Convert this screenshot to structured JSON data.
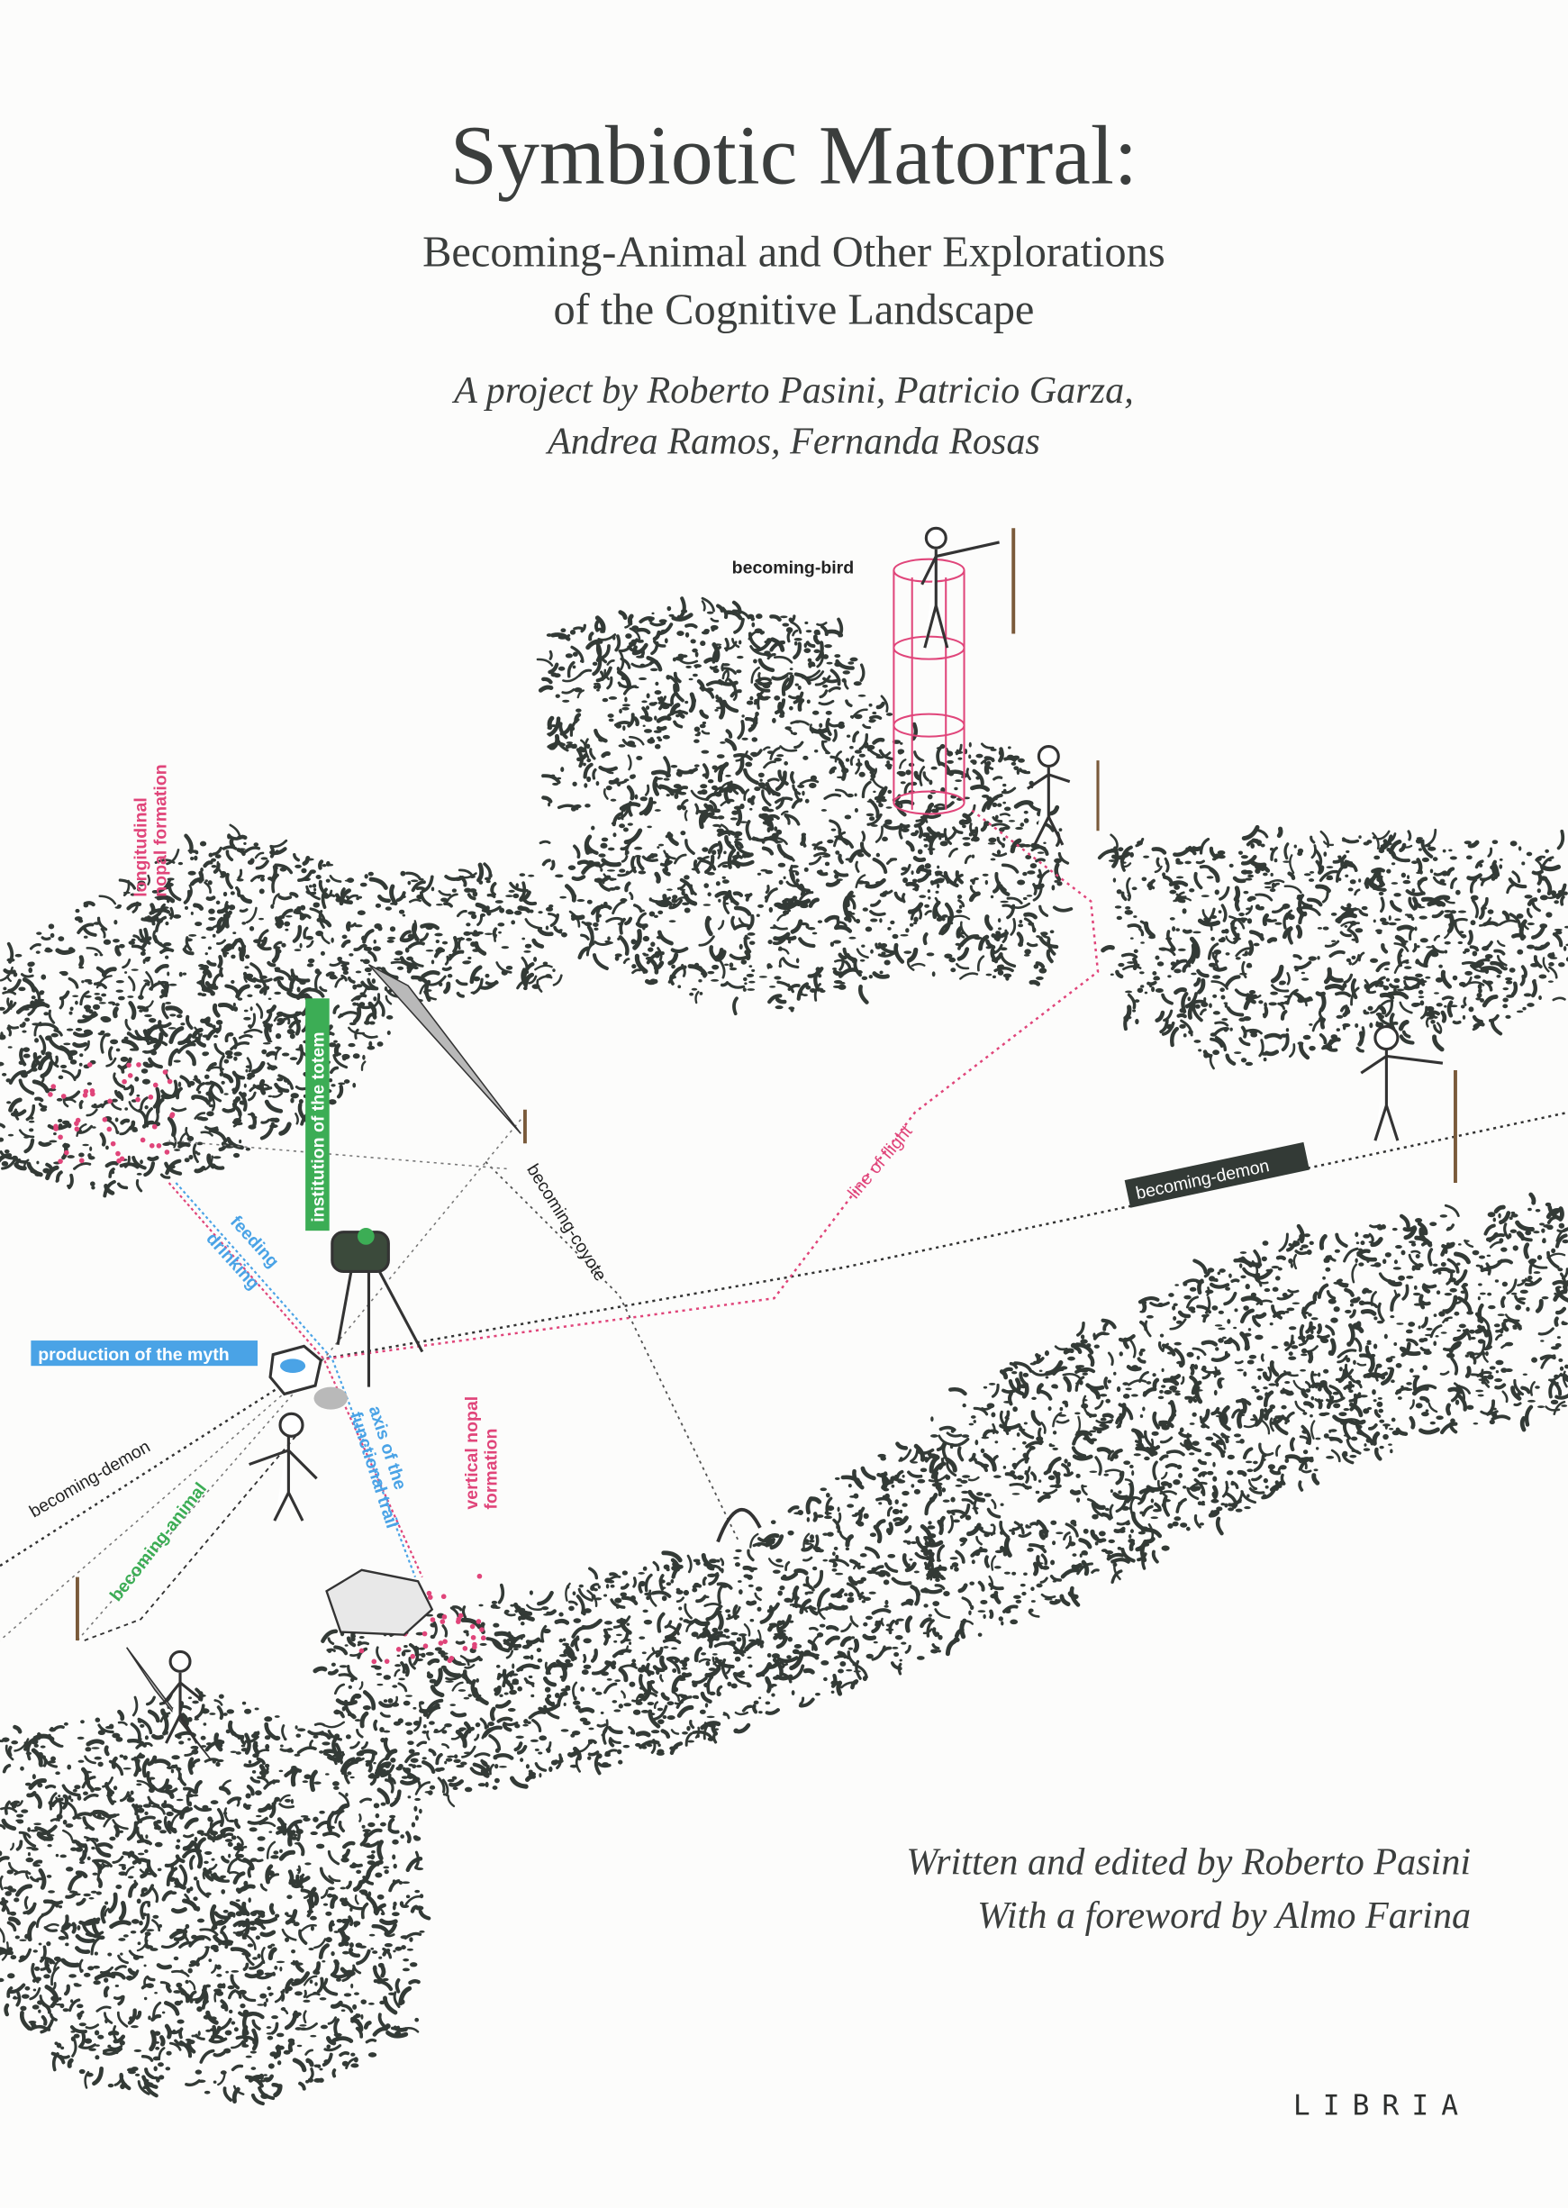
{
  "cover": {
    "title": "Symbiotic Matorral:",
    "subtitle_line1": "Becoming-Animal and Other Explorations",
    "subtitle_line2": "of the Cognitive Landscape",
    "project_line1": "A project by Roberto Pasini, Patricio Garza,",
    "project_line2": "Andrea Ramos, Fernanda Rosas",
    "credit_line1": "Written and edited by Roberto Pasini",
    "credit_line2": "With a foreword by Almo Farina",
    "publisher": "LIBRIA"
  },
  "illustration": {
    "labels": {
      "becoming_bird": "becoming-bird",
      "longitudinal_1": "longitudinal",
      "longitudinal_2": "nopal formation",
      "institution_totem": "institution of the totem",
      "becoming_coyote": "becoming-coyote",
      "line_of_flight": "line of flight",
      "becoming_demon_right": "becoming-demon",
      "feeding": "feeding",
      "drinking": "drinking",
      "production_myth": "production of the myth",
      "becoming_demon_left": "becoming-demon",
      "becoming_animal": "becoming-animal",
      "axis_1": "axis of the",
      "axis_2": "functional trail",
      "vertical_1": "vertical nopal",
      "vertical_2": "formation"
    },
    "colors": {
      "ink": "#333a36",
      "pink": "#e0457a",
      "blue": "#4aa3e6",
      "green": "#3cad55",
      "grey": "#b9b9b9"
    }
  }
}
